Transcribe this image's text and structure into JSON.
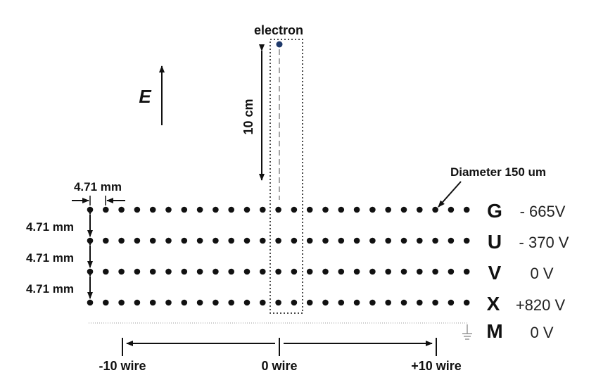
{
  "labels": {
    "electron": "electron",
    "field": "E",
    "drift_length": "10 cm",
    "diameter": "Diameter 150 um",
    "wire_pitch": "4.71 mm",
    "plane_gap_1": "4.71 mm",
    "plane_gap_2": "4.71 mm",
    "plane_gap_3": "4.71 mm",
    "wire_minus": "-10 wire",
    "wire_zero": "0 wire",
    "wire_plus": "+10 wire"
  },
  "planes": [
    {
      "name": "G",
      "voltage": "- 665V"
    },
    {
      "name": "U",
      "voltage": "- 370 V"
    },
    {
      "name": "V",
      "voltage": "0 V"
    },
    {
      "name": "X",
      "voltage": "+820 V"
    },
    {
      "name": "M",
      "voltage": "0 V"
    }
  ],
  "wires_per_plane": 25,
  "colors": {
    "electron": "#1f3a6b",
    "ink": "#111111",
    "ground_line": "#9a9a9a"
  }
}
